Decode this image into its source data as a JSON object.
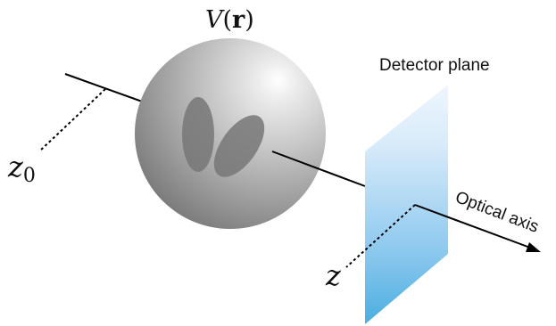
{
  "potential_label": {
    "symbol": "V",
    "open_paren": "(",
    "argument": "r",
    "close_paren": ")"
  },
  "start_plane_label": {
    "symbol": "z",
    "subscript": "0"
  },
  "detector_position_label": "z",
  "detector_label": "Detector plane",
  "axis_label": "Optical axis",
  "colors": {
    "sphere_light": "#f4f4f4",
    "sphere_mid": "#bdbdbd",
    "sphere_dark": "#6e6e6e",
    "inclusions": "#777777",
    "detector_top": "#e8f3fc",
    "detector_bottom": "#4aaee0",
    "lines": "#000000"
  },
  "icons": {
    "axis_arrowhead": "arrow-right-icon"
  }
}
